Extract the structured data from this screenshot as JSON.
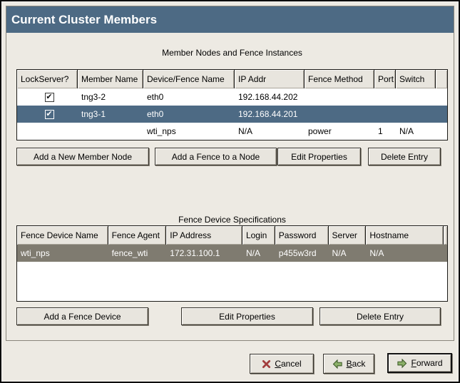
{
  "window": {
    "title": "Current Cluster Members"
  },
  "colors": {
    "titlebar_bg": "#4d6a84",
    "active_selection_bg": "#4d6a84",
    "inactive_selection_bg": "#7f7b70",
    "dialog_bg": "#edeae3",
    "selection_text": "#ffffff"
  },
  "member_section": {
    "caption": "Member Nodes and Fence Instances",
    "columns": [
      "LockServer?",
      "Member Name",
      "Device/Fence Name",
      "IP Addr",
      "Fence Method",
      "Port",
      "Switch"
    ],
    "rows": [
      {
        "lockserver": true,
        "member_name": "tng3-2",
        "device_fence_name": "eth0",
        "ip_addr": "192.168.44.202",
        "fence_method": "",
        "port": "",
        "switch": "",
        "selected": false
      },
      {
        "lockserver": true,
        "member_name": "tng3-1",
        "device_fence_name": "eth0",
        "ip_addr": "192.168.44.201",
        "fence_method": "",
        "port": "",
        "switch": "",
        "selected": true
      },
      {
        "lockserver": false,
        "member_name": "",
        "device_fence_name": "wti_nps",
        "ip_addr": "N/A",
        "fence_method": "power",
        "port": "1",
        "switch": "N/A",
        "selected": false
      }
    ],
    "buttons": [
      "Add a New Member Node",
      "Add a Fence to a Node",
      "Edit Properties",
      "Delete Entry"
    ]
  },
  "fence_section": {
    "caption": "Fence Device Specifications",
    "columns": [
      "Fence Device Name",
      "Fence Agent",
      "IP Address",
      "Login",
      "Password",
      "Server",
      "Hostname"
    ],
    "rows": [
      {
        "fence_device_name": "wti_nps",
        "fence_agent": "fence_wti",
        "ip_address": "172.31.100.1",
        "login": "N/A",
        "password": "p455w3rd",
        "server": "N/A",
        "hostname": "N/A",
        "selected": true
      }
    ],
    "buttons": [
      "Add a Fence Device",
      "Edit Properties",
      "Delete Entry"
    ]
  },
  "footer_buttons": {
    "cancel": {
      "mnemonic": "C",
      "rest": "ancel"
    },
    "back": {
      "mnemonic": "B",
      "rest": "ack"
    },
    "forward": {
      "mnemonic": "F",
      "rest": "orward"
    }
  },
  "checkmark_glyph": "✔"
}
